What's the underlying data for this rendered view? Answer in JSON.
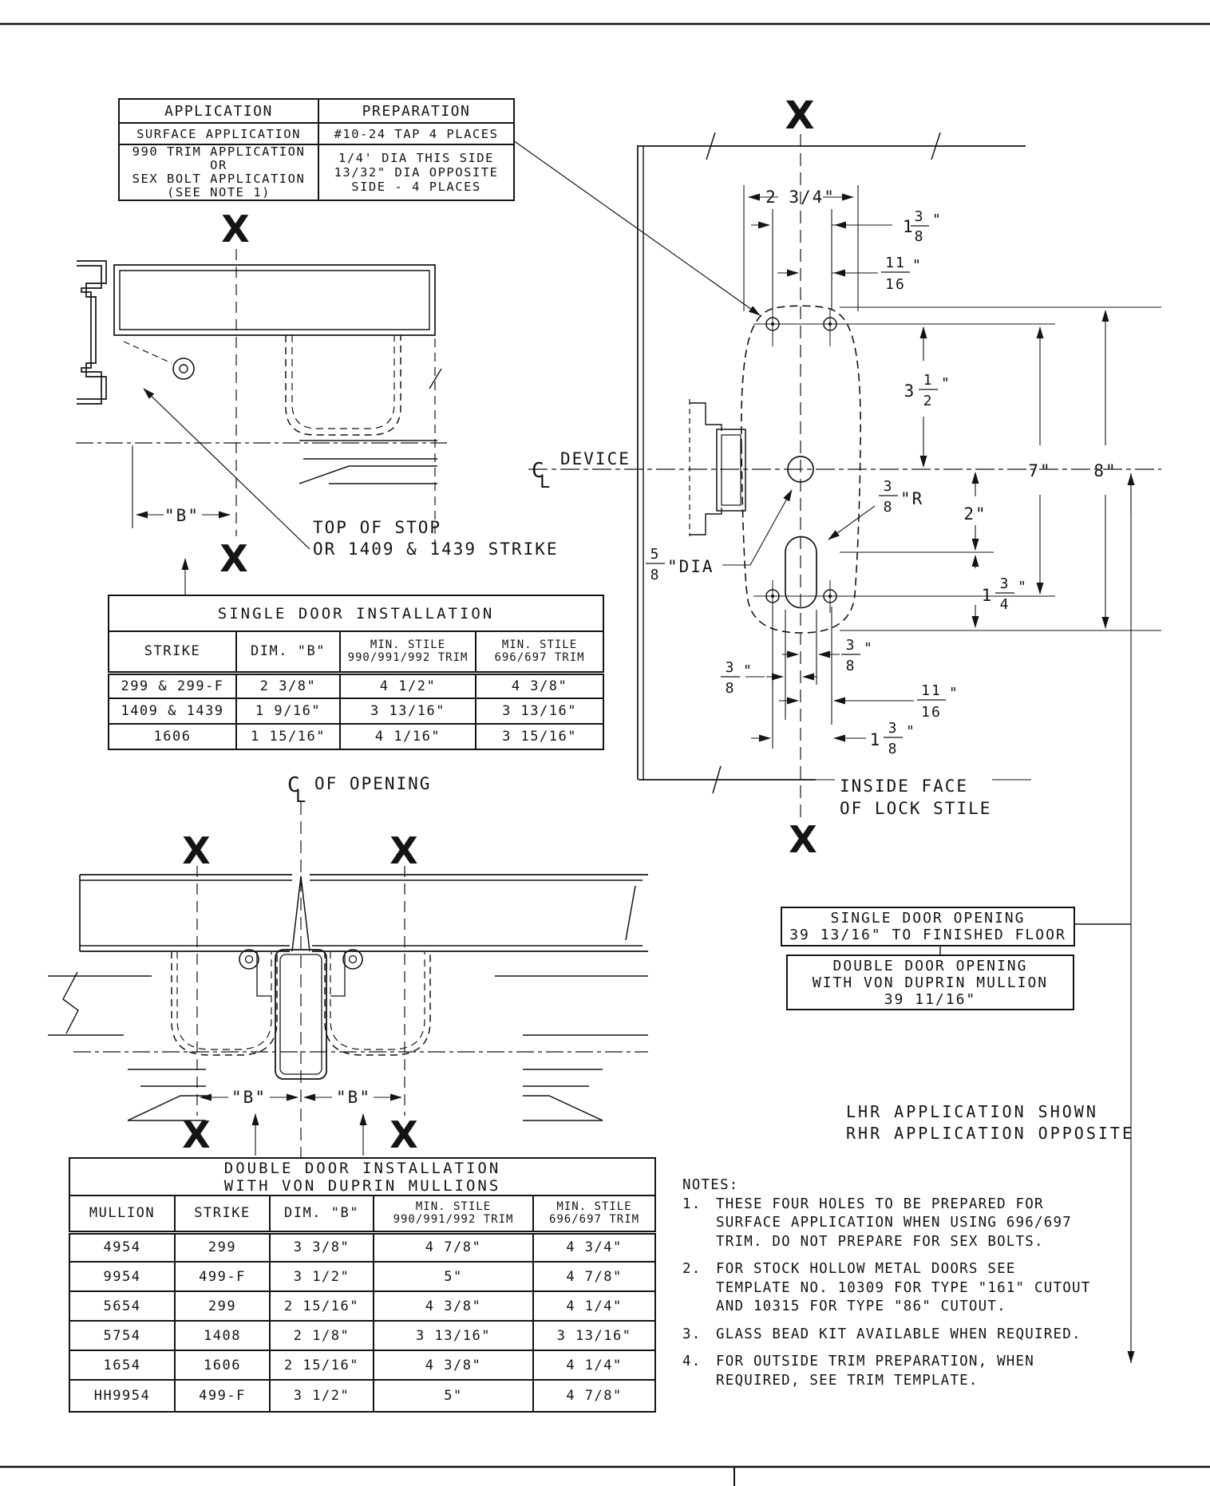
{
  "app_table": {
    "headers": [
      "APPLICATION",
      "PREPARATION"
    ],
    "row1": [
      "SURFACE APPLICATION",
      "#10-24 TAP 4 PLACES"
    ],
    "row2_left": [
      "990 TRIM APPLICATION",
      "OR",
      "SEX BOLT APPLICATION",
      "(SEE NOTE 1)"
    ],
    "row2_right": [
      "1/4' DIA THIS SIDE",
      "13/32\" DIA OPPOSITE",
      "SIDE - 4 PLACES"
    ]
  },
  "single_table": {
    "title": "SINGLE DOOR INSTALLATION",
    "cols": [
      [
        "STRIKE"
      ],
      [
        "DIM. \"B\""
      ],
      [
        "MIN. STILE",
        "990/991/992 TRIM"
      ],
      [
        "MIN. STILE",
        "696/697 TRIM"
      ]
    ],
    "rows": [
      [
        "299 & 299-F",
        "2 3/8\"",
        "4 1/2\"",
        "4 3/8\""
      ],
      [
        "1409 & 1439",
        "1 9/16\"",
        "3 13/16\"",
        "3 13/16\""
      ],
      [
        "1606",
        "1 15/16\"",
        "4 1/16\"",
        "3 15/16\""
      ]
    ]
  },
  "double_table": {
    "title": [
      "DOUBLE DOOR INSTALLATION",
      "WITH VON DUPRIN MULLIONS"
    ],
    "cols": [
      [
        "MULLION"
      ],
      [
        "STRIKE"
      ],
      [
        "DIM. \"B\""
      ],
      [
        "MIN. STILE",
        "990/991/992 TRIM"
      ],
      [
        "MIN. STILE",
        "696/697 TRIM"
      ]
    ],
    "rows": [
      [
        "4954",
        "299",
        "3 3/8\"",
        "4 7/8\"",
        "4 3/4\""
      ],
      [
        "9954",
        "499-F",
        "3 1/2\"",
        "5\"",
        "4 7/8\""
      ],
      [
        "5654",
        "299",
        "2 15/16\"",
        "4 3/8\"",
        "4 1/4\""
      ],
      [
        "5754",
        "1408",
        "2 1/8\"",
        "3 13/16\"",
        "3 13/16\""
      ],
      [
        "1654",
        "1606",
        "2 15/16\"",
        "4 3/8\"",
        "4 1/4\""
      ],
      [
        "HH9954",
        "499-F",
        "3 1/2\"",
        "5\"",
        "4 7/8\""
      ]
    ]
  },
  "opening_boxes": {
    "single": [
      "SINGLE DOOR OPENING",
      "39 13/16\" TO FINISHED FLOOR"
    ],
    "double": [
      "DOUBLE DOOR OPENING",
      "WITH VON DUPRIN MULLION",
      "39 11/16\""
    ]
  },
  "hand_note": [
    "LHR APPLICATION SHOWN",
    "RHR APPLICATION OPPOSITE"
  ],
  "notes": {
    "title": "NOTES:",
    "items": [
      {
        "num": "1.",
        "lines": [
          "THESE FOUR HOLES TO BE PREPARED FOR",
          "SURFACE APPLICATION WHEN USING 696/697",
          "TRIM. DO NOT PREPARE FOR SEX BOLTS."
        ]
      },
      {
        "num": "2.",
        "lines": [
          "FOR STOCK HOLLOW METAL DOORS SEE",
          "TEMPLATE NO. 10309 FOR TYPE \"161\" CUTOUT",
          "AND 10315 FOR TYPE \"86\" CUTOUT."
        ]
      },
      {
        "num": "3.",
        "lines": [
          "GLASS BEAD KIT AVAILABLE WHEN REQUIRED."
        ]
      },
      {
        "num": "4.",
        "lines": [
          "FOR OUTSIDE TRIM PREPARATION, WHEN",
          "REQUIRED, SEE TRIM TEMPLATE."
        ]
      }
    ]
  },
  "labels": {
    "x_mark": "X",
    "cl_c": "C",
    "cl_l": "L",
    "device": "DEVICE",
    "of_opening": "OF OPENING",
    "b_dim": "\"B\"",
    "top_of_stop1": "TOP OF STOP",
    "top_of_stop2": "OR 1409 & 1439 STRIKE",
    "inside_face1": "INSIDE FACE",
    "inside_face2": "OF LOCK STILE"
  },
  "dims": {
    "d234": "2 3/4\"",
    "d138t": {
      "w": "1",
      "n": "3",
      "d": "8",
      "s": "\""
    },
    "d1116t": {
      "n": "11",
      "d": "16",
      "s": "\""
    },
    "d312": {
      "w": "3",
      "n": "1",
      "d": "2",
      "s": "\""
    },
    "d7": "7\"",
    "d8": "8\"",
    "d2": "2\"",
    "d38r": {
      "n": "3",
      "d": "8",
      "s": "\"R"
    },
    "d58": {
      "n": "5",
      "d": "8",
      "s": "\"DIA"
    },
    "d134": {
      "w": "1",
      "n": "3",
      "d": "4",
      "s": "\""
    },
    "d38a": {
      "n": "3",
      "d": "8",
      "s": "\""
    },
    "d38b": {
      "n": "3",
      "d": "8",
      "s": "\""
    },
    "d1116b": {
      "n": "11",
      "d": "16",
      "s": "\""
    },
    "d138b": {
      "w": "1",
      "n": "3",
      "d": "8",
      "s": "\""
    }
  }
}
